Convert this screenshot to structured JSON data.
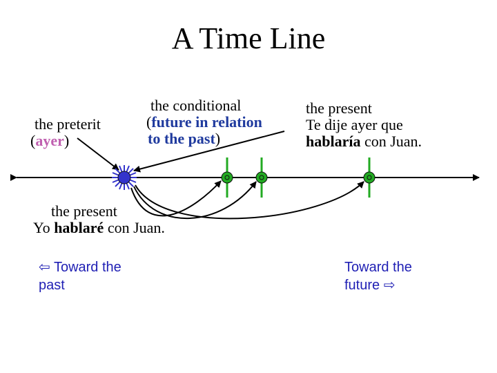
{
  "title": "A Time Line",
  "preterit": {
    "line1": "the preterit",
    "open": "(",
    "word": "ayer",
    "close": ")"
  },
  "conditional": {
    "line1": "the conditional",
    "open": "(",
    "hl1": "future in relation",
    "hl2": "to the past",
    "close": ")"
  },
  "present_right": {
    "line1": "the present",
    "line2": "Te dije ayer que",
    "bold": "hablaría",
    "rest": " con Juan."
  },
  "present_left": {
    "line1": "the present",
    "pre": "Yo ",
    "bold": "hablaré",
    "rest": " con Juan."
  },
  "toward_past": {
    "arrow": "⇦",
    "line1": " Toward the",
    "line2": "past"
  },
  "toward_future": {
    "line1": "Toward the",
    "line2": "future ",
    "arrow": "⇨"
  },
  "colors": {
    "line": "#000000",
    "marker_fill": "#3333cc",
    "tick": "#22aa22",
    "dot": "#22aa22"
  }
}
